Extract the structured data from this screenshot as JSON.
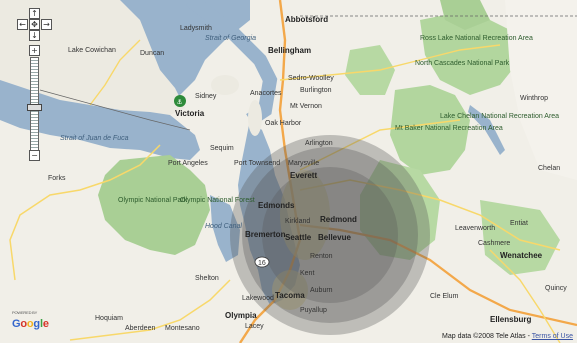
{
  "map": {
    "controls": {
      "pan_up": "↑",
      "pan_left": "←",
      "pan_right": "→",
      "pan_down": "↓",
      "pan_center": "✥",
      "zoom_in": "+",
      "zoom_out": "−",
      "zoom_level_fraction": 0.55
    },
    "logo": {
      "powered_by": "POWERED BY",
      "name": "Google"
    },
    "copyright": {
      "text": "Map data ©2008 Tele Atlas - ",
      "terms": "Terms of Use"
    },
    "labels": {
      "abbotsford": "Abbotsford",
      "bellingham": "Bellingham",
      "victoria": "Victoria",
      "sidney": "Sidney",
      "duncan": "Duncan",
      "port_angeles": "Port Angeles",
      "strait": "Strait of Juan de Fuca",
      "strait_georgia": "Strait of Georgia",
      "olympic_np": "Olympic National Park",
      "olympic_nf": "Olympic National Forest",
      "everett": "Everett",
      "edmonds": "Edmonds",
      "seattle": "Seattle",
      "bellevue": "Bellevue",
      "redmond": "Redmond",
      "kirkland": "Kirkland",
      "bremerton": "Bremerton",
      "tacoma": "Tacoma",
      "olympia": "Olympia",
      "lakewood": "Lakewood",
      "puyallup": "Puyallup",
      "auburn": "Auburn",
      "kent": "Kent",
      "renton": "Renton",
      "mt_vernon": "Mt Vernon",
      "oak_harbor": "Oak Harbor",
      "anacortes": "Anacortes",
      "arlington": "Arlington",
      "marysville": "Marysville",
      "burlington": "Burlington",
      "sedro_woolley": "Sedro-Woolley",
      "lake_chelan": "Lake Chelan National Recreation Area",
      "mt_baker": "Mt Baker National Recreation Area",
      "north_cascades": "North Cascades National Park",
      "ross_lake": "Ross Lake National Recreation Area",
      "wenatchee": "Wenatchee",
      "ellensburg": "Ellensburg",
      "leavenworth": "Leavenworth",
      "cashmere": "Cashmere",
      "entiat": "Entiat",
      "chelan": "Chelan",
      "winthrop": "Winthrop",
      "aberdeen": "Aberdeen",
      "montesano": "Montesano",
      "forks": "Forks",
      "hoquiam": "Hoquiam",
      "cle_elum": "Cle Elum",
      "sequim": "Sequim",
      "port_townsend": "Port Townsend",
      "shelton": "Shelton",
      "quincy": "Quincy",
      "lacey": "Lacey",
      "ladysmith": "Ladysmith",
      "cowichan": "Lake Cowichan",
      "hood_canal": "Hood Canal",
      "route16": "16"
    }
  }
}
